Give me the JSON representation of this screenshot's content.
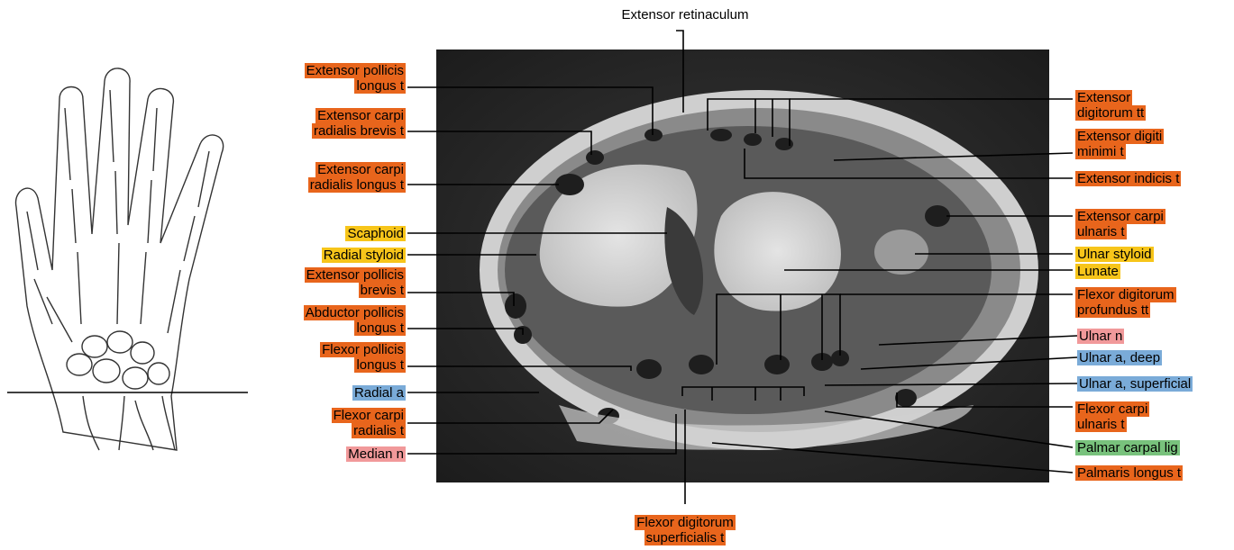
{
  "colors": {
    "tendon": "#e8651c",
    "bone": "#f7c51a",
    "nerve": "#f1999a",
    "artery": "#7aabd8",
    "ligament": "#78c27c"
  },
  "labels": {
    "extensor_retinaculum": "Extensor retinaculum",
    "extensor_pollicis_longus": "Extensor pollicis longus t",
    "extensor_carpi_radialis_brevis": "Extensor carpi radialis brevis t",
    "extensor_carpi_radialis_longus": "Extensor carpi radialis longus t",
    "scaphoid": "Scaphoid",
    "radial_styloid": "Radial styloid",
    "extensor_pollicis_brevis": "Extensor pollicis brevis t",
    "abductor_pollicis_longus": "Abductor pollicis longus t",
    "flexor_pollicis_longus": "Flexor pollicis longus t",
    "radial_artery": "Radial a",
    "flexor_carpi_radialis": "Flexor carpi radialis t",
    "median_nerve": "Median n",
    "flexor_digitorum_superficialis": "Flexor digitorum superficialis t",
    "extensor_digitorum": "Extensor digitorum tt",
    "extensor_digiti_minimi": "Extensor digiti minimi t",
    "extensor_indicis": "Extensor indicis t",
    "extensor_carpi_ulnaris": "Extensor carpi ulnaris t",
    "ulnar_styloid": "Ulnar styloid",
    "lunate": "Lunate",
    "flexor_digitorum_profundus": "Flexor digitorum profundus tt",
    "ulnar_nerve": "Ulnar n",
    "ulnar_artery_deep": "Ulnar a, deep",
    "ulnar_artery_superficial": "Ulnar a, superficial",
    "flexor_carpi_ulnaris": "Flexor carpi ulnaris t",
    "palmar_carpal_ligament": "Palmar carpal lig",
    "palmaris_longus": "Palmaris longus t"
  },
  "lines": {
    "extensor_pollicis_longus": [
      "Extensor pollicis",
      "longus t"
    ],
    "extensor_carpi_radialis_brevis": [
      "Extensor carpi",
      "radialis brevis t"
    ],
    "extensor_carpi_radialis_longus": [
      "Extensor carpi",
      "radialis longus t"
    ],
    "extensor_pollicis_brevis": [
      "Extensor pollicis",
      "brevis t"
    ],
    "abductor_pollicis_longus": [
      "Abductor pollicis",
      "longus t"
    ],
    "flexor_pollicis_longus": [
      "Flexor pollicis",
      "longus t"
    ],
    "flexor_carpi_radialis": [
      "Flexor carpi",
      "radialis t"
    ],
    "flexor_digitorum_superficialis": [
      "Flexor digitorum",
      "superficialis t"
    ],
    "extensor_digitorum": [
      "Extensor",
      "digitorum tt"
    ],
    "extensor_digiti_minimi": [
      "Extensor digiti",
      "minimi t"
    ],
    "extensor_carpi_ulnaris": [
      "Extensor carpi",
      "ulnaris t"
    ],
    "flexor_digitorum_profundus": [
      "Flexor digitorum",
      "profundus tt"
    ],
    "flexor_carpi_ulnaris": [
      "Flexor carpi",
      "ulnaris t"
    ]
  }
}
